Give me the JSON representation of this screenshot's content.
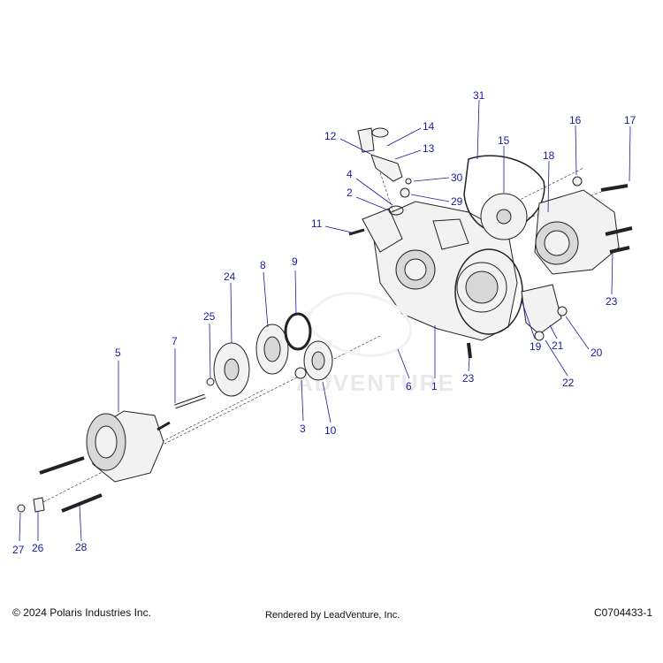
{
  "footer": {
    "copyright": "© 2024 Polaris Industries Inc.",
    "rendered_by": "Rendered by LeadVenture, Inc.",
    "diagram_code": "C0704433-1"
  },
  "watermark": "ADVENTURE",
  "callouts": [
    "1",
    "2",
    "3",
    "4",
    "5",
    "6",
    "7",
    "8",
    "9",
    "10",
    "11",
    "12",
    "13",
    "14",
    "15",
    "16",
    "17",
    "18",
    "19",
    "20",
    "21",
    "22",
    "23",
    "23",
    "24",
    "25",
    "26",
    "27",
    "28",
    "29",
    "30",
    "31"
  ],
  "colors": {
    "callout": "#1a1aa0",
    "line": "#222222"
  }
}
